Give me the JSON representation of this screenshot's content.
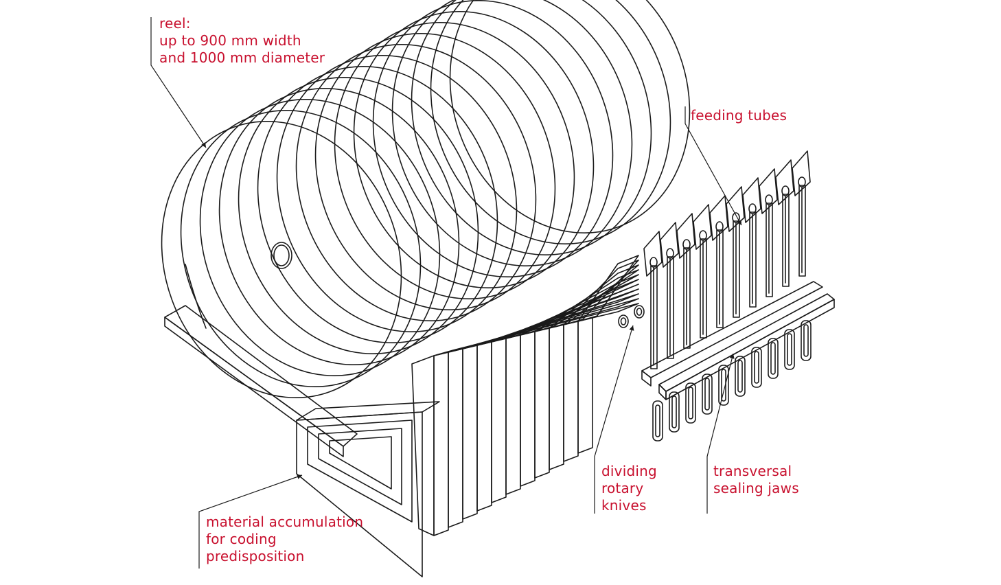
{
  "diagram": {
    "labels": {
      "reel": [
        "reel:",
        "up to 900 mm width",
        "and 1000 mm diameter"
      ],
      "feeding_tubes": [
        "feeding tubes"
      ],
      "dividing_knives": [
        "dividing",
        "rotary",
        "knives"
      ],
      "sealing_jaws": [
        "transversal",
        "sealing jaws"
      ],
      "accumulation": [
        "material accumulation",
        "for coding",
        "predisposition"
      ]
    },
    "colors": {
      "label_text": "#c8102e",
      "line": "#1a1a1a",
      "band_shades": [
        "#e2e2e2",
        "#c9c9c9",
        "#b0b0b0",
        "#9a9a9a",
        "#888888",
        "#6e6e6e"
      ],
      "reel_face": "#ffffff"
    }
  }
}
